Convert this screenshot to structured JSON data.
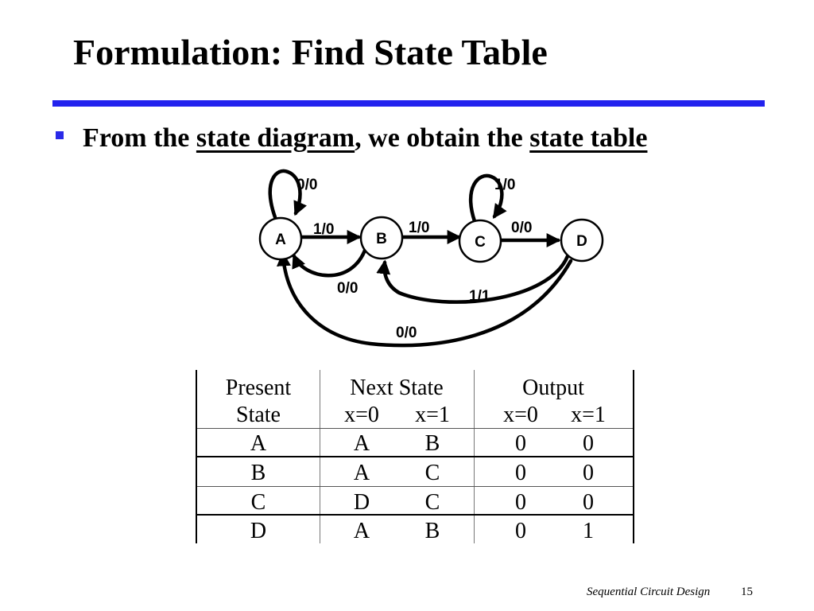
{
  "slide": {
    "title": "Formulation: Find State Table",
    "accent_color": "#2222ee",
    "bullet": {
      "prefix": "From the ",
      "link1": "state diagram",
      "middle": ", we obtain the ",
      "link2": "state table"
    }
  },
  "diagram": {
    "nodes": [
      {
        "id": "A",
        "label": "A"
      },
      {
        "id": "B",
        "label": "B"
      },
      {
        "id": "C",
        "label": "C"
      },
      {
        "id": "D",
        "label": "D"
      }
    ],
    "edges": [
      {
        "from": "A",
        "to": "A",
        "label": "0/0"
      },
      {
        "from": "A",
        "to": "B",
        "label": "1/0"
      },
      {
        "from": "B",
        "to": "C",
        "label": "1/0"
      },
      {
        "from": "C",
        "to": "C",
        "label": "1/0"
      },
      {
        "from": "C",
        "to": "D",
        "label": "0/0"
      },
      {
        "from": "B",
        "to": "A",
        "label": "0/0"
      },
      {
        "from": "D",
        "to": "B",
        "label": "1/1"
      },
      {
        "from": "D",
        "to": "A",
        "label": "0/0"
      }
    ]
  },
  "table": {
    "headers": {
      "present_line1": "Present",
      "present_line2": "State",
      "next_line1": "Next State",
      "next_x0": "x=0",
      "next_x1": "x=1",
      "output_line1": "Output",
      "output_x0": "x=0",
      "output_x1": "x=1"
    },
    "rows": [
      {
        "present": "A",
        "next0": "A",
        "next1": "B",
        "out0": "0",
        "out1": "0"
      },
      {
        "present": "B",
        "next0": "A",
        "next1": "C",
        "out0": "0",
        "out1": "0"
      },
      {
        "present": "C",
        "next0": "D",
        "next1": "C",
        "out0": "0",
        "out1": "0"
      },
      {
        "present": "D",
        "next0": "A",
        "next1": "B",
        "out0": "0",
        "out1": "1"
      }
    ]
  },
  "footer": {
    "text": "Sequential Circuit Design",
    "page_number": "15"
  }
}
